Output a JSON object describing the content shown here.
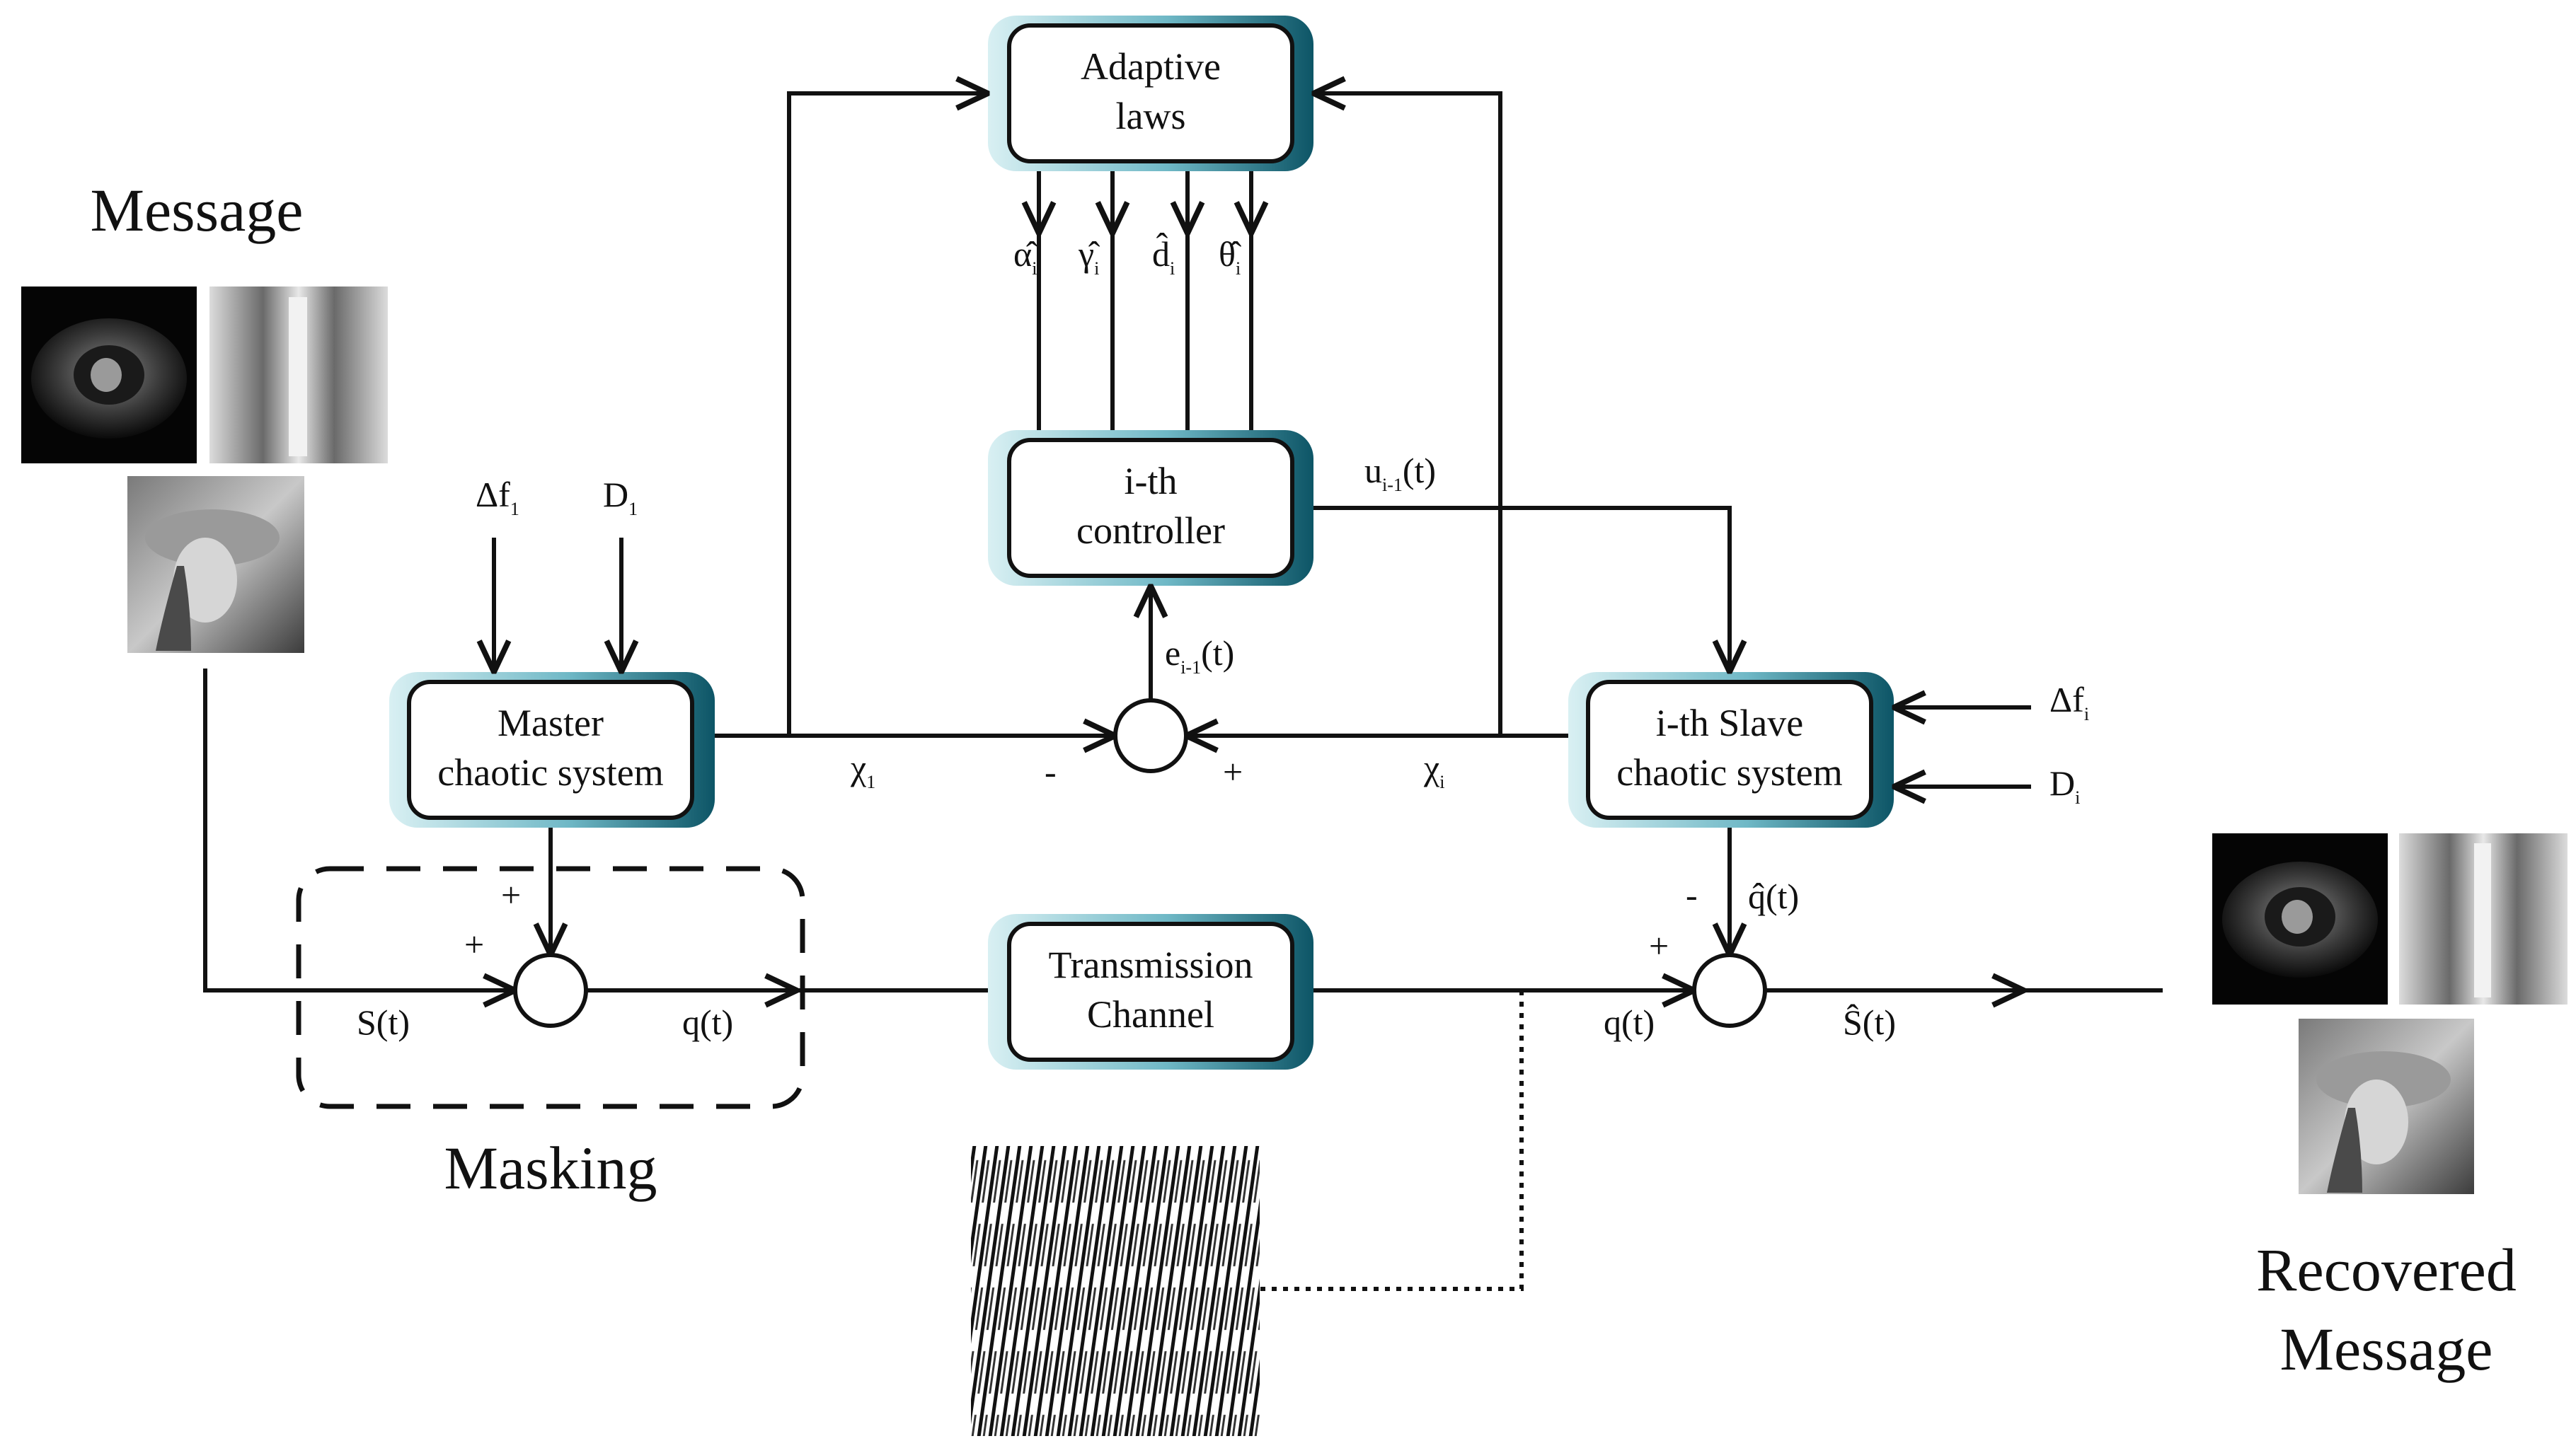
{
  "blocks": {
    "adaptive": {
      "line1": "Adaptive",
      "line2": "laws"
    },
    "controller": {
      "line1": "i-th",
      "line2": "controller"
    },
    "master": {
      "line1": "Master",
      "line2": "chaotic system"
    },
    "slave": {
      "line1": "i-th Slave",
      "line2": "chaotic system"
    },
    "channel": {
      "line1": "Transmission",
      "line2": "Channel"
    }
  },
  "captions": {
    "message": "Message",
    "masking": "Masking",
    "recovered_line1": "Recovered",
    "recovered_line2": "Message"
  },
  "signals": {
    "alpha": {
      "base": "α̂",
      "sub": "i"
    },
    "gamma": {
      "base": "γ̂",
      "sub": "i"
    },
    "d": {
      "base": "d̂",
      "sub": "i"
    },
    "theta": {
      "base": "θ̂",
      "sub": "i"
    },
    "u": {
      "base": "u",
      "sub": "i-1",
      "tail": "(t)"
    },
    "e": {
      "base": "e",
      "sub": "i-1",
      "tail": "(t)"
    },
    "chi1": {
      "base": "χ",
      "sub": "1"
    },
    "chii": {
      "base": "χ",
      "sub": "i"
    },
    "df1": {
      "base": "Δf",
      "sub": "1"
    },
    "D1": {
      "base": "D",
      "sub": "1"
    },
    "dfi": {
      "base": "Δf",
      "sub": "i"
    },
    "Di": {
      "base": "D",
      "sub": "i"
    },
    "s": "S(t)",
    "q_mask": "q(t)",
    "q_recv": "q(t)",
    "qhat": "q̂(t)",
    "shat": "Ŝ(t)"
  },
  "signs": {
    "sum_main_minus": "-",
    "sum_main_plus": "+",
    "mask_plus_top": "+",
    "mask_plus_left": "+",
    "recv_minus": "-",
    "recv_plus": "+"
  },
  "colors": {
    "block_gradient_start": "#d9f0f3",
    "block_gradient_end": "#0d5566",
    "block_face": "#ffffff",
    "stroke": "#111111"
  }
}
